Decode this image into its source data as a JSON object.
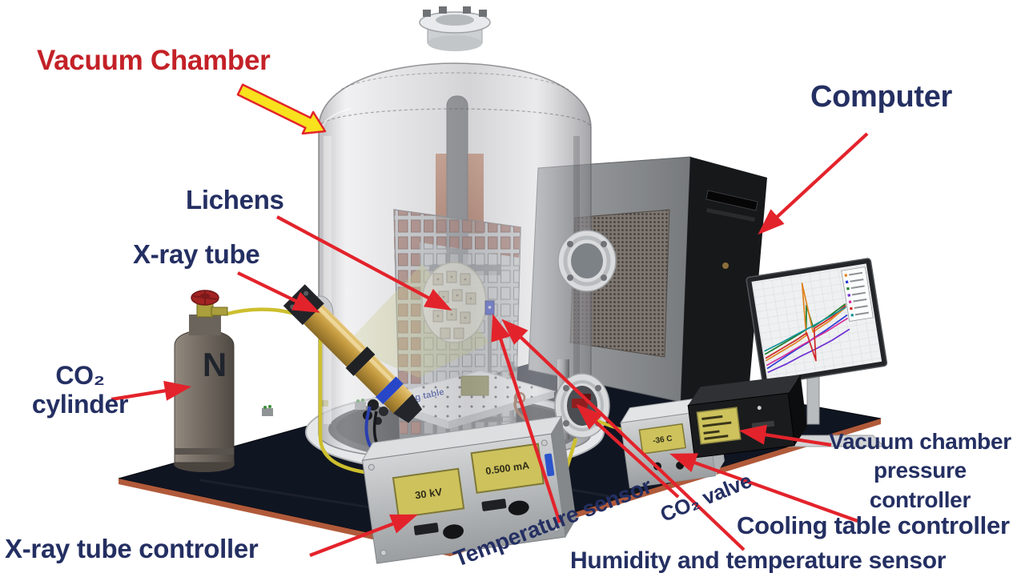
{
  "labels": {
    "vacuum_chamber": "Vacuum Chamber",
    "computer": "Computer",
    "lichens": "Lichens",
    "xray_tube": "X-ray tube",
    "co2_cylinder": "CO₂\ncylinder",
    "xray_tube_controller": "X-ray tube controller",
    "temperature_sensor": "Temperature sensor",
    "co2_valve": "CO₂ valve",
    "humidity_temperature_sensor": "Humidity and temperature sensor",
    "cooling_table_controller": "Cooling table controller",
    "pressure_controller": "Vacuum chamber\npressure controller",
    "cooling_table": "Cooling table"
  },
  "device_readouts": {
    "xray_voltage": "30 kV",
    "xray_current": "0.500 mA",
    "cooling_temperature": "-36 C",
    "co2_cylinder_mark": "N"
  },
  "colors": {
    "label_navy": "#242f62",
    "label_red": "#c32127",
    "arrow_red": "#e3232b",
    "arrow_yellow_fill": "#f8e11d",
    "display_yellow": "#cdc25c",
    "mat_dark": "#101522",
    "mat_edge_copper": "#b05a3a",
    "xray_tube_gold": "#c49a3f"
  },
  "monitor_chart": {
    "type": "line",
    "series_colors": [
      "#2a3bd6",
      "#1e7e2c",
      "#e0831f",
      "#d6309a",
      "#6d2fd2",
      "#cf2525",
      "#15939b"
    ],
    "legend_position": "right",
    "legend_rows": 7,
    "text_legible": false
  }
}
